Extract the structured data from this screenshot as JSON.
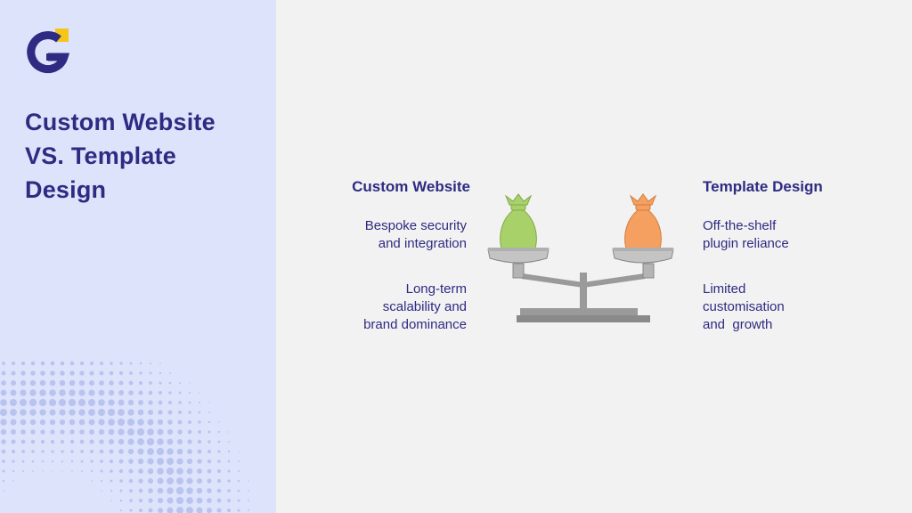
{
  "sidebar": {
    "logo_icon": "g-logo-icon",
    "title_lines": [
      "Custom Website",
      "VS. Template",
      "Design"
    ],
    "brand_color": "#2e2b82",
    "accent_color": "#f5c518",
    "panel_color": "#dde3fb"
  },
  "comparison": {
    "left": {
      "heading": "Custom Website",
      "points": [
        [
          "Bespoke security",
          "and integration"
        ],
        [
          "Long-term",
          "scalability and",
          "brand dominance"
        ]
      ]
    },
    "right": {
      "heading": "Template Design",
      "points": [
        [
          "Off-the-shelf",
          "plugin reliance"
        ],
        [
          "Limited",
          "customisation",
          "and  growth"
        ]
      ]
    }
  },
  "scale": {
    "icon": "balance-scale-icon",
    "left_bag_color": "#a8d16a",
    "right_bag_color": "#f5a060",
    "frame_color": "#9a9a9a"
  }
}
